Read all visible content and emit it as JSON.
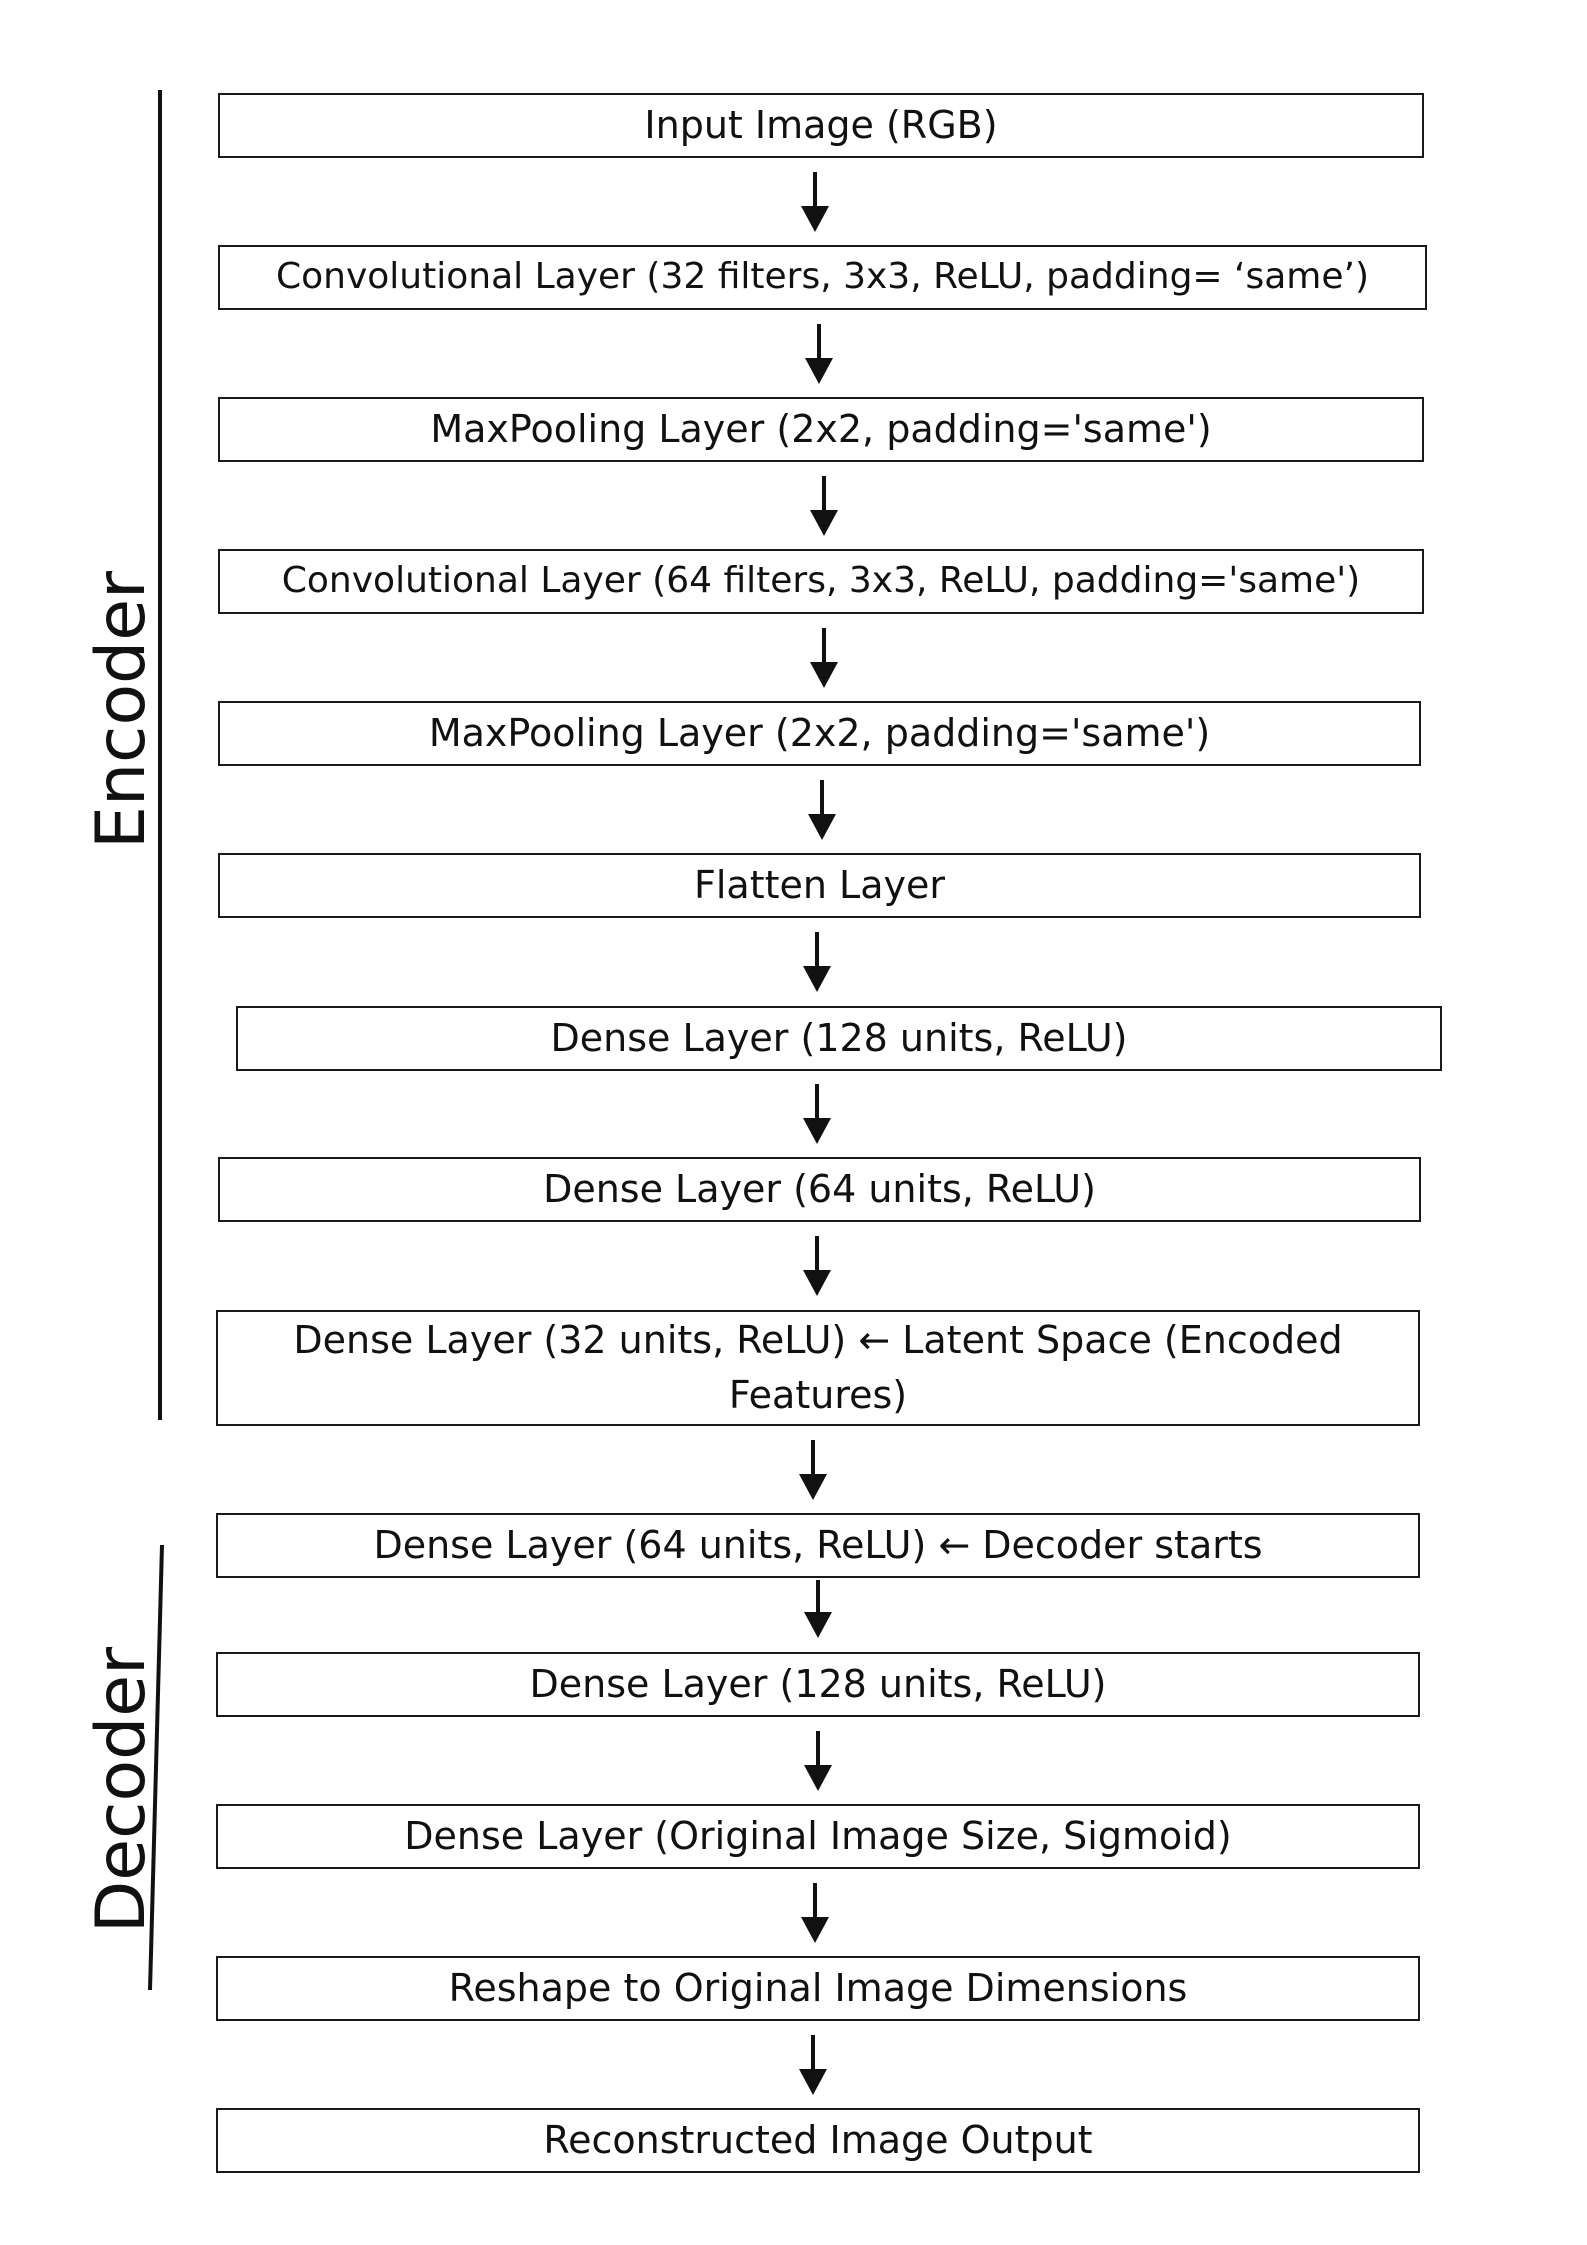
{
  "sections": {
    "encoder_label": "Encoder",
    "decoder_label": "Decoder"
  },
  "layers": [
    {
      "id": "input-image",
      "label": "Input Image (RGB)"
    },
    {
      "id": "conv-32",
      "label": "Convolutional Layer (32 filters, 3x3, ReLU, padding= ‘same’)"
    },
    {
      "id": "maxpool-1",
      "label": "MaxPooling Layer (2x2, padding='same')"
    },
    {
      "id": "conv-64",
      "label": "Convolutional Layer (64 filters, 3x3, ReLU, padding='same')"
    },
    {
      "id": "maxpool-2",
      "label": "MaxPooling Layer (2x2, padding='same')"
    },
    {
      "id": "flatten",
      "label": "Flatten Layer"
    },
    {
      "id": "dense-128-enc",
      "label": "Dense Layer (128 units, ReLU)"
    },
    {
      "id": "dense-64-enc",
      "label": "Dense Layer (64 units, ReLU)"
    },
    {
      "id": "dense-32-latent",
      "label": "Dense Layer (32 units, ReLU) ← Latent Space (Encoded Features)"
    },
    {
      "id": "dense-64-dec",
      "label": "Dense Layer (64 units, ReLU) ← Decoder starts"
    },
    {
      "id": "dense-128-dec",
      "label": "Dense Layer (128 units, ReLU)"
    },
    {
      "id": "dense-output-size",
      "label": "Dense Layer (Original Image Size, Sigmoid)"
    },
    {
      "id": "reshape",
      "label": "Reshape to Original Image Dimensions"
    },
    {
      "id": "reconstructed-output",
      "label": "Reconstructed Image Output"
    }
  ],
  "colors": {
    "stroke": "#1a1a1a",
    "text": "#111111",
    "background": "#ffffff"
  }
}
